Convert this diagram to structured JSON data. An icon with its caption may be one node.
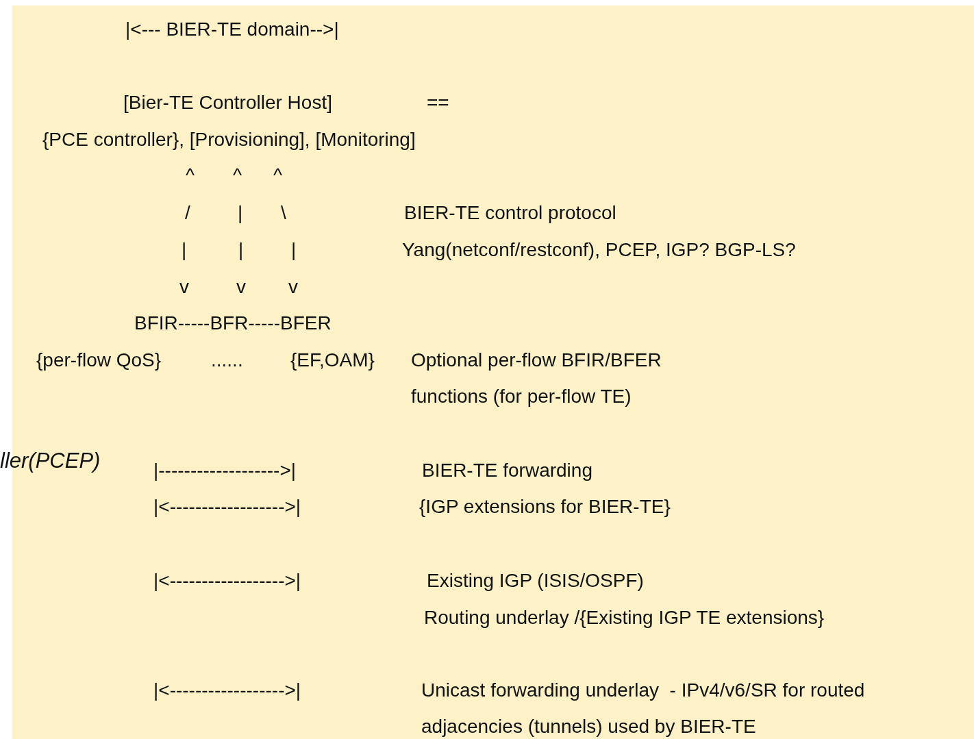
{
  "diagram": {
    "labels": [
      "|<--- BIER-TE domain-->|",
      "[Bier-TE Controller Host]",
      "==",
      "{PCE controller}, [Provisioning], [Monitoring]",
      "^",
      "^",
      "^",
      "/",
      "|",
      "\\",
      "BIER-TE control protocol",
      "|",
      "|",
      "|",
      "Yang(netconf/restconf), PCEP, IGP? BGP-LS?",
      "v",
      "v",
      "v",
      "BFIR-----BFR-----BFER",
      "{per-flow QoS}",
      "......",
      "{EF,OAM}",
      "Optional per-flow BFIR/BFER functions (for per-flow TE)",
      "ller(PCEP)",
      "|------------------->|",
      "BIER-TE forwarding",
      "|<------------------>|",
      "{IGP extensions for BIER-TE}",
      "|<------------------>|",
      "Existing IGP (ISIS/OSPF)",
      "Routing underlay /{Existing IGP TE extensions}",
      "|<------------------>|",
      "Unicast forwarding underlay  - IPv4/v6/SR for routed adjacencies (tunnels) used by BIER-TE"
    ]
  }
}
